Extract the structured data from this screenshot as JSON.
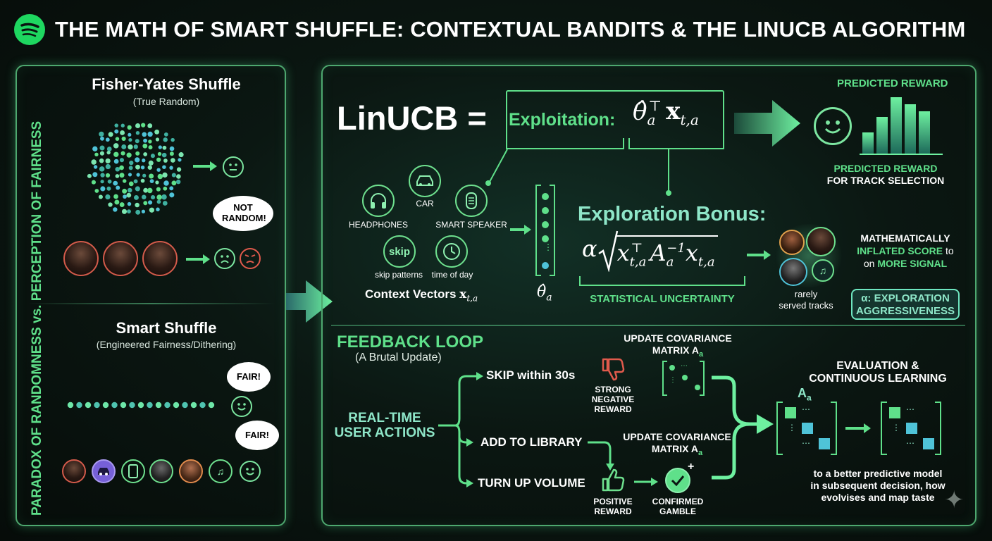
{
  "title": "THE MATH OF SMART SHUFFLE: CONTEXTUAL BANDITS & THE LINUCB ALGORITHM",
  "left_panel": {
    "vertical_label": "PARADOX OF RANDOMNESS vs. PERCEPTION OF FAIRNESS",
    "fisher": {
      "title": "Fisher-Yates Shuffle",
      "subtitle": "(True Random)",
      "bubble": "NOT RANDOM!"
    },
    "smart": {
      "title": "Smart Shuffle",
      "subtitle": "(Engineered Fairness/Dithering)",
      "bubble1": "FAIR!",
      "bubble2": "FAIR!"
    }
  },
  "linucb": {
    "lhs": "LinUCB =",
    "exploitation_label": "Exploitation:",
    "predicted_reward_top": "PREDICTED REWARD",
    "predicted_reward_bottom_1": "PREDICTED REWARD",
    "predicted_reward_bottom_2": "FOR TRACK SELECTION",
    "context": {
      "headphones": "HEADPHONES",
      "car": "CAR",
      "smart_speaker": "SMART SPEAKER",
      "skip_icon": "skip",
      "skip_patterns": "skip patterns",
      "time_of_day": "time of day",
      "vectors_label": "Context Vectors"
    },
    "exploration_label": "Exploration Bonus:",
    "uncertainty_label": "STATISTICAL UNCERTAINTY",
    "rarely_served": [
      "rarely",
      "served tracks"
    ],
    "inflated": {
      "line1": "MATHEMATICALLY",
      "line2a": "INFLATED SCORE",
      "line2b": " to",
      "line3a": "on ",
      "line3b": "MORE SIGNAL"
    },
    "alpha_box": [
      "α: EXPLORATION",
      "AGGRESSIVENESS"
    ]
  },
  "feedback": {
    "title": "FEEDBACK LOOP",
    "subtitle": "(A Brutal Update)",
    "actions_label": [
      "REAL-TIME",
      "USER ACTIONS"
    ],
    "skip": "SKIP within 30s",
    "add": "ADD TO LIBRARY",
    "volume": "TURN UP VOLUME",
    "negative": [
      "STRONG",
      "NEGATIVE",
      "REWARD"
    ],
    "positive": [
      "POSITIVE",
      "REWARD"
    ],
    "confirmed": [
      "CONFIRMED",
      "GAMBLE"
    ],
    "update_cov_1": [
      "UPDATE COVARIANCE",
      "MATRIX A"
    ],
    "update_cov_2": [
      "UPDATE COVARIANCE",
      "MATRIX A"
    ],
    "eval_title": [
      "EVALUATION &",
      "CONTINUOUS LEARNING"
    ],
    "eval_text": [
      "to a better predictive model",
      "in subsequent decision, how",
      "evolvises and map taste"
    ],
    "matrix_label": "A"
  },
  "colors": {
    "accent": "#5fe08a",
    "panel_border": "#4ea86f",
    "teal": "#8ee6c8",
    "negative": "#d45b4b"
  }
}
